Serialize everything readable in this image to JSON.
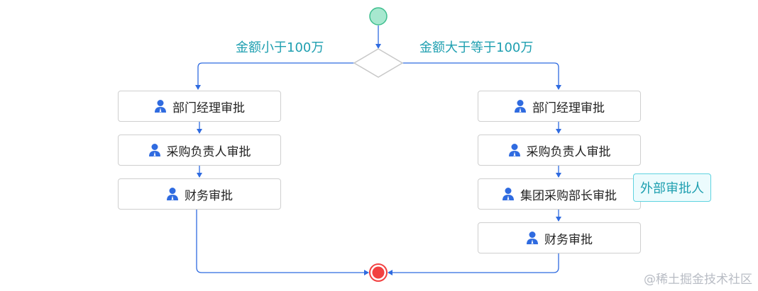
{
  "colors": {
    "start_fill": "#a7e8cf",
    "start_stroke": "#3fbf8f",
    "end_fill": "#f24141",
    "connector": "#2f6be0",
    "node_border": "#cfcfcf",
    "branch_label": "#1e9fb0",
    "icon": "#2f6be0"
  },
  "branches": {
    "left_label": "金额小于100万",
    "right_label": "金额大于等于100万"
  },
  "left_steps": [
    {
      "label": "部门经理审批",
      "icon": "user-icon"
    },
    {
      "label": "采购负责人审批",
      "icon": "user-icon"
    },
    {
      "label": "财务审批",
      "icon": "user-icon"
    }
  ],
  "right_steps": [
    {
      "label": "部门经理审批",
      "icon": "user-icon"
    },
    {
      "label": "采购负责人审批",
      "icon": "user-icon"
    },
    {
      "label": "集团采购部长审批",
      "icon": "user-icon"
    },
    {
      "label": "财务审批",
      "icon": "user-icon"
    }
  ],
  "external_tag": "外部审批人",
  "watermark": "@稀土掘金技术社区"
}
